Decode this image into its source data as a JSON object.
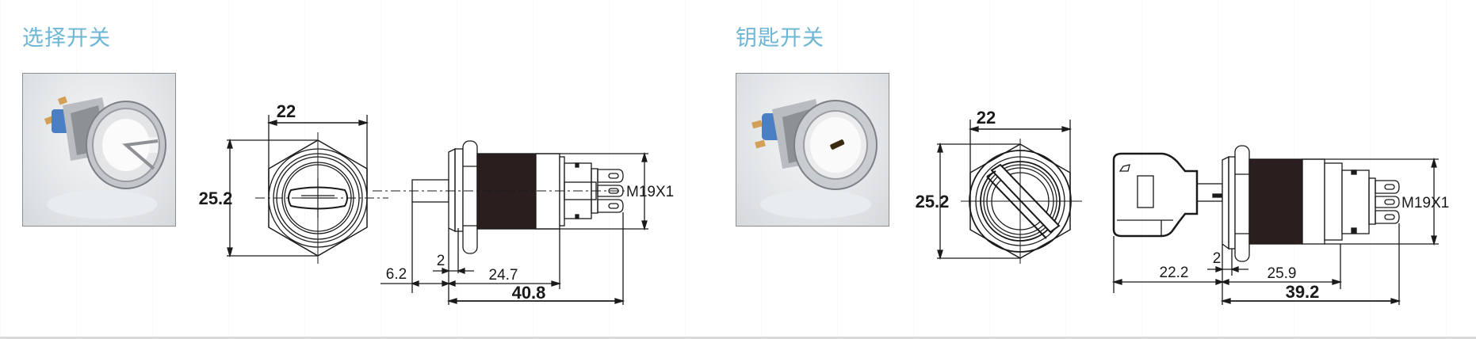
{
  "sections": [
    {
      "title": "选择开关",
      "photo_alt": "selector-switch-photo",
      "front_view": {
        "width_label": "22",
        "height_label": "25.2"
      },
      "side_view": {
        "thread_label": "M19X1",
        "shaft_label": "6.2",
        "panel_label": "2",
        "body_label": "24.7",
        "total_label": "40.8"
      }
    },
    {
      "title": "钥匙开关",
      "photo_alt": "key-switch-photo",
      "front_view": {
        "width_label": "22",
        "height_label": "25.2"
      },
      "side_view": {
        "thread_label": "M19X1",
        "shaft_label": "22.2",
        "panel_label": "2",
        "body_label": "25.9",
        "total_label": "39.2"
      }
    }
  ],
  "colors": {
    "title": "#6cb6d6",
    "line": "#1a1a1a",
    "thread": "#2a1e1e"
  }
}
